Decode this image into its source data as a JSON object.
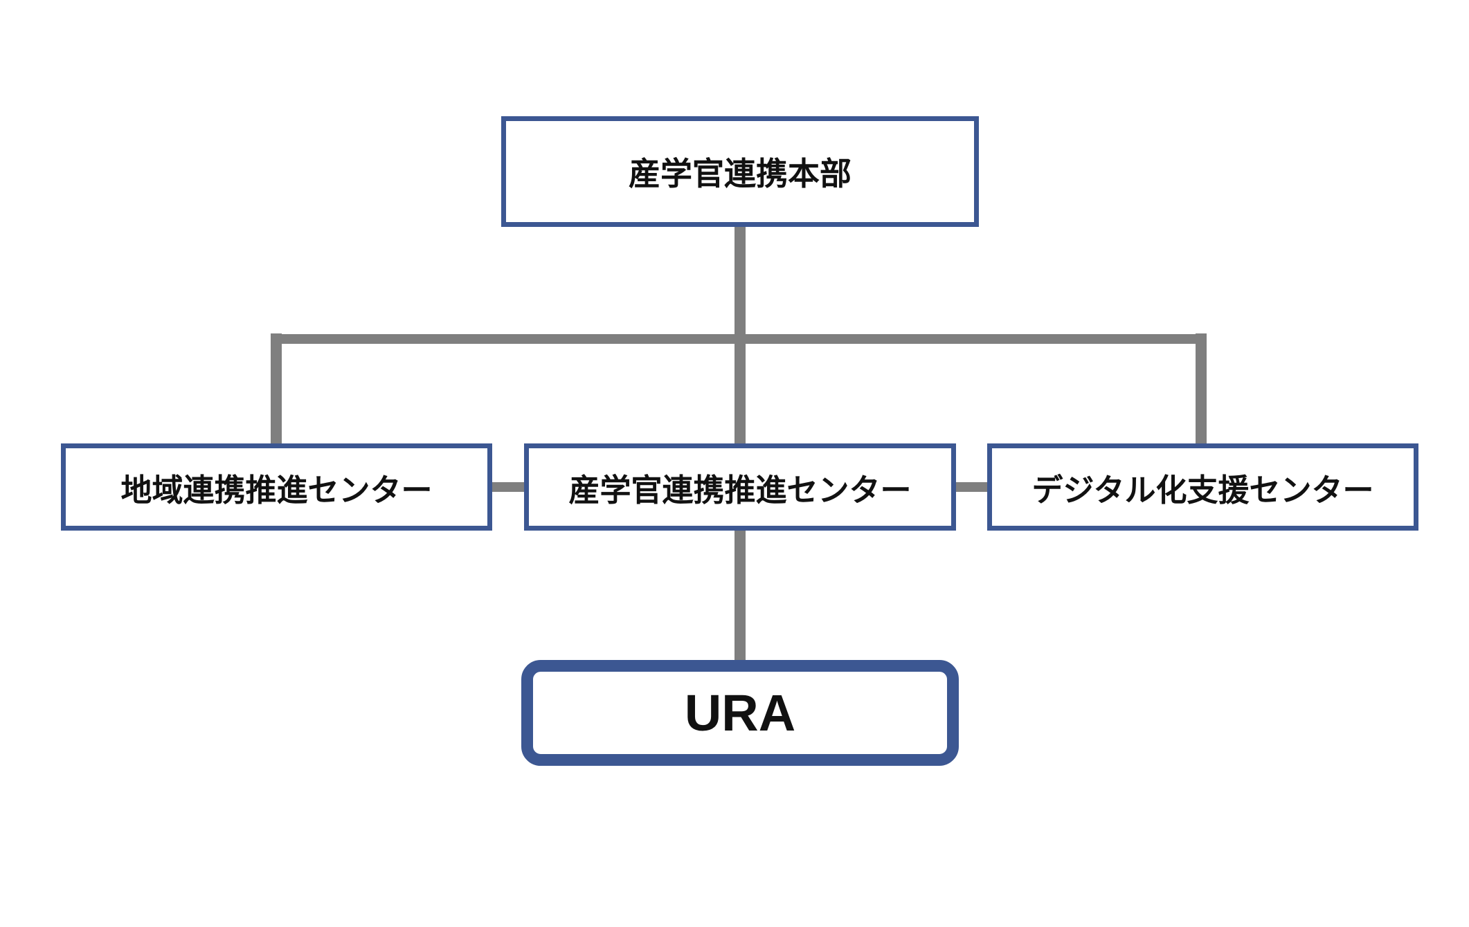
{
  "diagram": {
    "top_unit": "産学官連携本部",
    "centers": [
      "地域連携推進センター",
      "産学官連携推進センター",
      "デジタル化支援センター"
    ],
    "sub_unit": "URA",
    "colors": {
      "box_border": "#3c5792",
      "connector": "#7f7f7f",
      "text": "#111111",
      "background": "#ffffff"
    }
  }
}
